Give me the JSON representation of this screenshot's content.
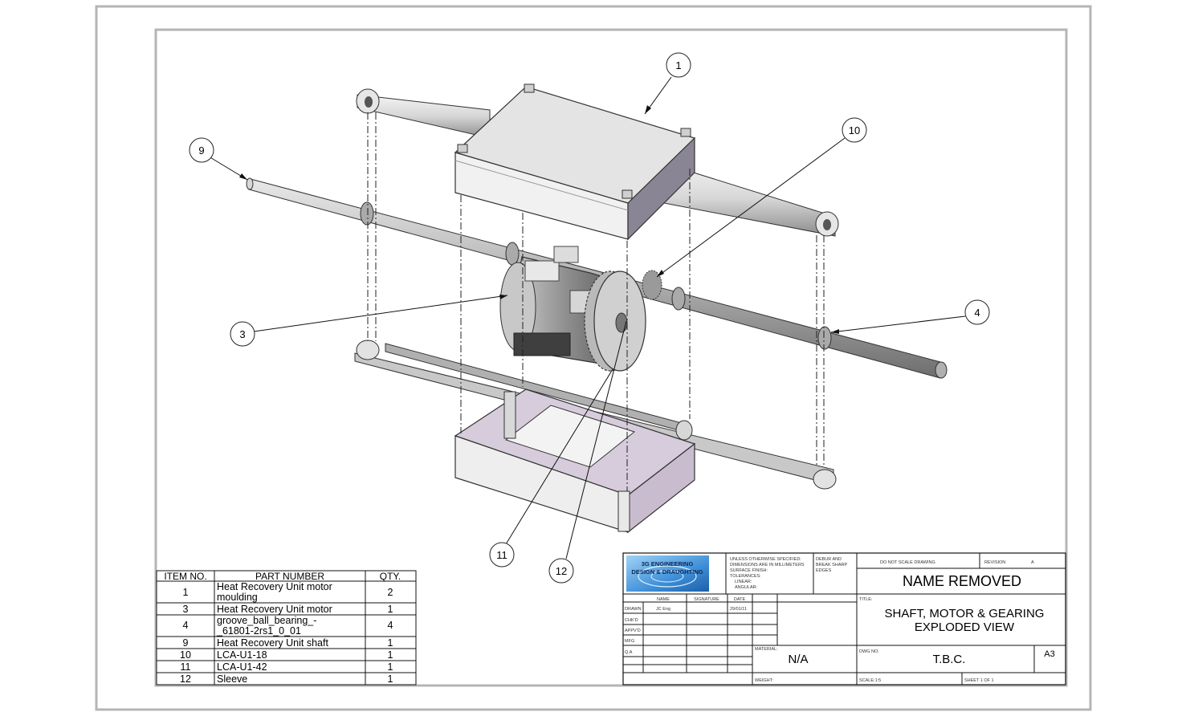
{
  "balloons": [
    {
      "id": "1",
      "label": "1"
    },
    {
      "id": "9",
      "label": "9"
    },
    {
      "id": "10",
      "label": "10"
    },
    {
      "id": "3",
      "label": "3"
    },
    {
      "id": "4",
      "label": "4"
    },
    {
      "id": "11",
      "label": "11"
    },
    {
      "id": "12",
      "label": "12"
    }
  ],
  "bom": {
    "headers": [
      "ITEM NO.",
      "PART NUMBER",
      "QTY."
    ],
    "rows": [
      {
        "item": "1",
        "part_line1": "Heat Recovery Unit motor",
        "part_line2": "moulding",
        "qty": "2"
      },
      {
        "item": "3",
        "part_line1": "Heat Recovery Unit motor",
        "part_line2": "",
        "qty": "1"
      },
      {
        "item": "4",
        "part_line1": "groove_ball_bearing_-",
        "part_line2": "_61801-2rs1_0_01",
        "qty": "4"
      },
      {
        "item": "9",
        "part_line1": "Heat Recovery Unit shaft",
        "part_line2": "",
        "qty": "1"
      },
      {
        "item": "10",
        "part_line1": "LCA-U1-18",
        "part_line2": "",
        "qty": "1"
      },
      {
        "item": "11",
        "part_line1": "LCA-U1-42",
        "part_line2": "",
        "qty": "1"
      },
      {
        "item": "12",
        "part_line1": "Sleeve",
        "part_line2": "",
        "qty": "1"
      }
    ]
  },
  "title_block": {
    "logo_line1": "3G ENGINEERING",
    "logo_line2": "DESIGN & DRAUGHTING",
    "notes": [
      "UNLESS OTHERWISE SPECIFIED:",
      "DIMENSIONS ARE IN MILLIMETERS",
      "SURFACE FINISH:",
      "TOLERANCES:",
      "LINEAR:",
      "ANGULAR:"
    ],
    "deburr": [
      "DEBUR AND",
      "BREAK SHARP",
      "EDGES"
    ],
    "do_not_scale": "DO NOT SCALE DRAWING",
    "revision_label": "REVISION",
    "revision_value": "A",
    "company": "NAME REMOVED",
    "title_label": "TITLE:",
    "title_line1": "SHAFT, MOTOR & GEARING",
    "title_line2": "EXPLODED VIEW",
    "col_name": "NAME",
    "col_signature": "SIGNATURE",
    "col_date": "DATE",
    "row_labels": [
      "DRAWN",
      "CHK'D",
      "APPV'D",
      "MFG",
      "Q.A"
    ],
    "drawn_name": "JC Eng",
    "drawn_date": "29/01/11",
    "material_label": "MATERIAL:",
    "material_value": "N/A",
    "dwg_label": "DWG NO.",
    "dwg_value": "T.B.C.",
    "size": "A3",
    "weight_label": "WEIGHT:",
    "scale_label": "SCALE:1:5",
    "sheet_label": "SHEET 1 OF 1"
  }
}
